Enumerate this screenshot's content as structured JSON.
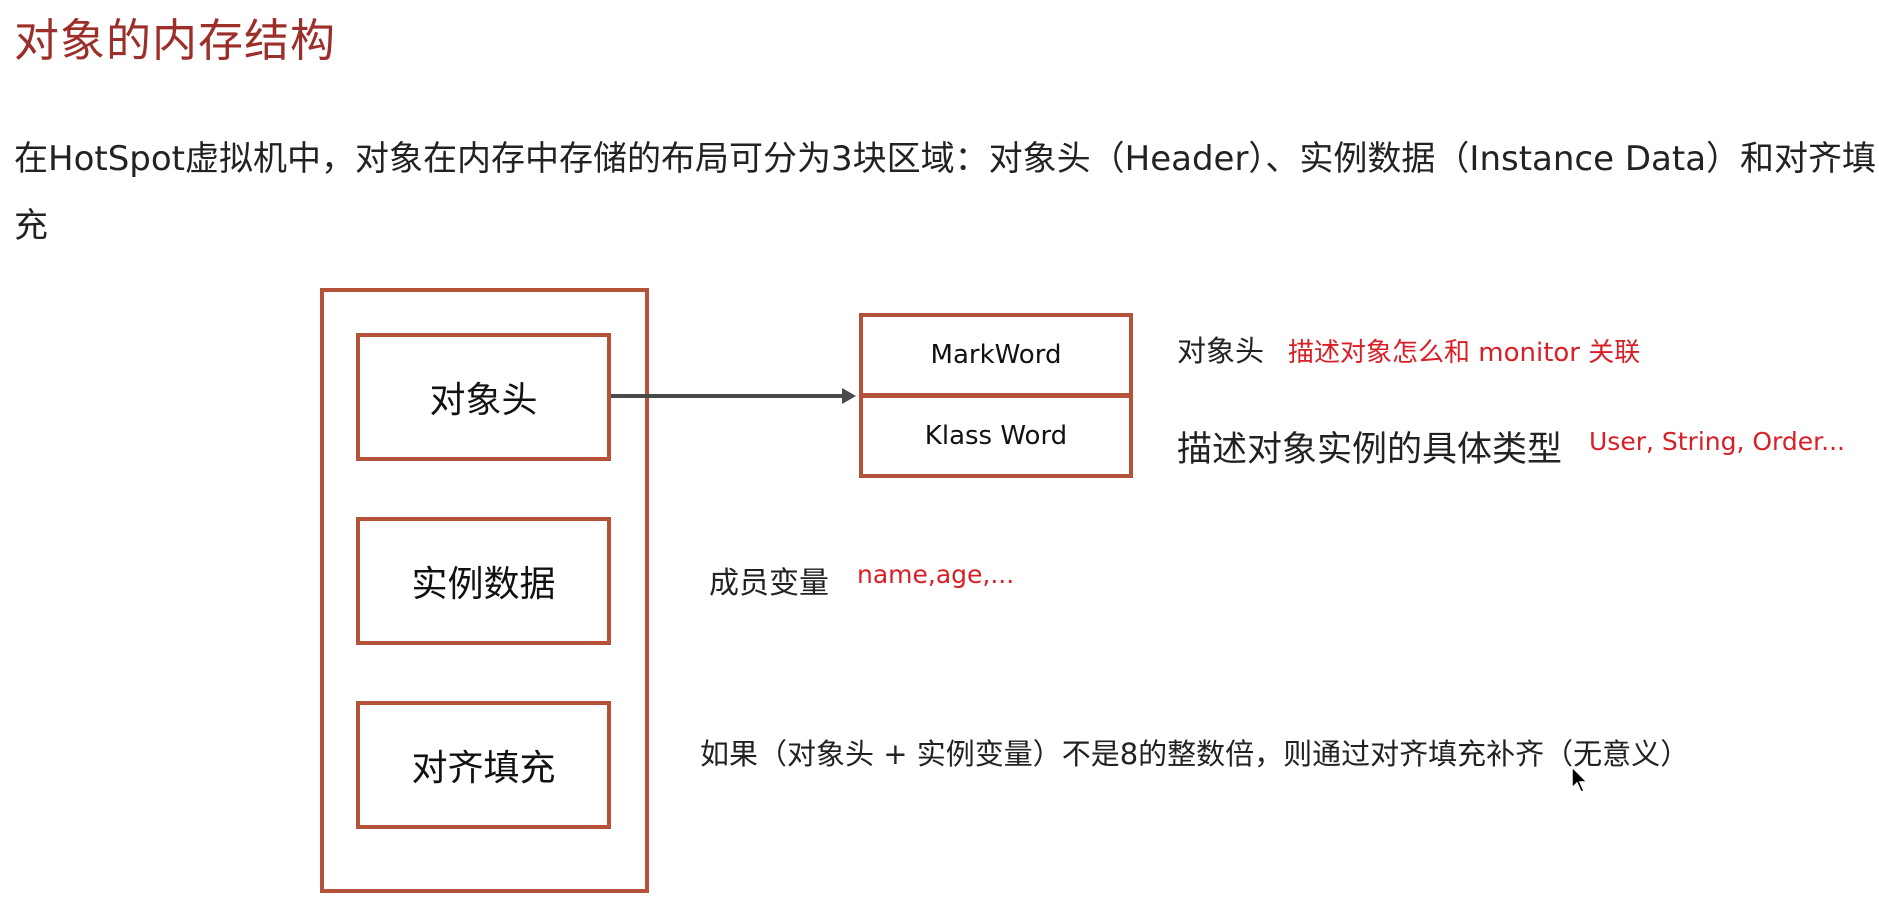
{
  "title": "对象的内存结构",
  "intro": "在HotSpot虚拟机中，对象在内存中存储的布局可分为3块区域：对象头（Header）、实例数据（Instance Data）和对齐填充",
  "diagram": {
    "sections": [
      "对象头",
      "实例数据",
      "对齐填充"
    ],
    "header_parts": [
      "MarkWord",
      "Klass Word"
    ]
  },
  "notes": {
    "markword_label": "对象头",
    "markword_desc": "描述对象怎么和 monitor 关联",
    "klass_label": "描述对象实例的具体类型",
    "klass_examples": "User, String, Order...",
    "data_label": "成员变量",
    "data_examples": "name,age,...",
    "padding_desc": "如果（对象头 + 实例变量）不是8的整数倍，则通过对齐填充补齐（无意义）"
  },
  "colors": {
    "title": "#9c2f2a",
    "box_border": "#b4523a",
    "highlight": "#d81f26",
    "arrow": "#4a4a4a"
  }
}
